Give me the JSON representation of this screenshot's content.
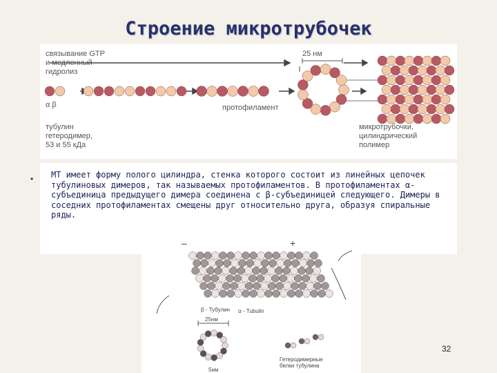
{
  "title": "Строение микротрубочек",
  "top_figure": {
    "gtp_label": "связывание GTP\nи медленный\nгидролиз",
    "scale_label": "25 нм",
    "alpha_beta": "α β",
    "protofilament_label": "протофиламент",
    "tubulin_label": "тубулин\nгетеродимер,\n53 и 55 кДа",
    "microtubule_label": "микротрубочки,\nцилиндрический\nполимер"
  },
  "bullet_marker": "•",
  "description": "МТ имеет форму полого цилиндра, стенка которого состоит из линейных цепочек тубулиновых димеров, так называемых протофиламентов. В протофиламентах α-субъединица предыдущего димера соединена с β-субъединицей следующего. Димеры в соседних протофиламентах смещены друг относительно друга, образуя спиральные ряды.",
  "bottom_figure": {
    "minus_label": "–",
    "plus_label": "+",
    "beta_tubulin_label": "β - Тубулин",
    "alpha_tubulin_label": "α - Tubulin",
    "scale_25": "25нм",
    "scale_5": "5нм",
    "heterodimer_label": "Гетеродимерные\nбелки тубулина"
  },
  "page_number": "32",
  "colors": {
    "title": "#27306b",
    "text": "#1c2056",
    "bead_dark": "#b85a63",
    "bead_light": "#f2c9a9"
  }
}
